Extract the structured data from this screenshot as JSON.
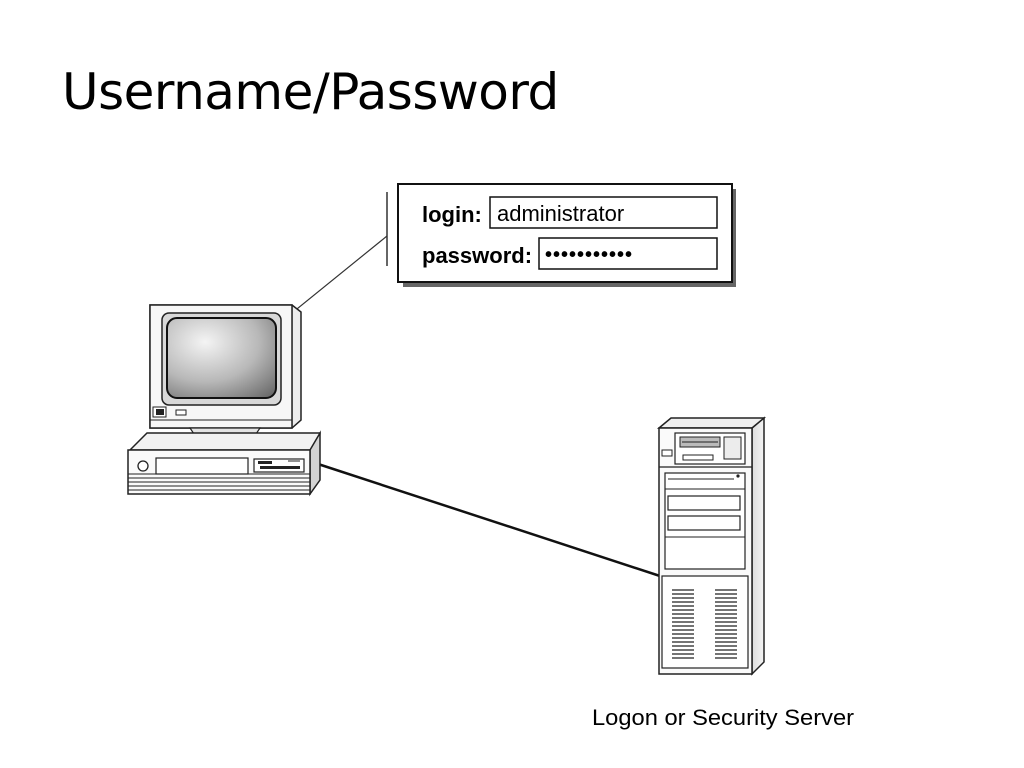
{
  "slide": {
    "title": "Username/Password"
  },
  "login_panel": {
    "login_label": "login:",
    "login_value": "administrator",
    "password_label": "password:",
    "password_value": "•••••••••••"
  },
  "server": {
    "caption": "Logon or Security Server"
  }
}
